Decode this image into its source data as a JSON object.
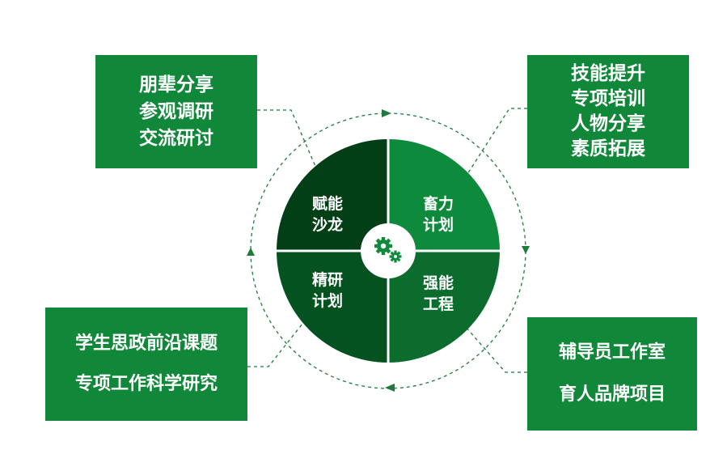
{
  "boxes": {
    "top_left": [
      "朋辈分享",
      "参观调研",
      "交流研讨"
    ],
    "top_right": [
      "技能提升",
      "专项培训",
      "人物分享",
      "素质拓展"
    ],
    "bottom_left": [
      "学生思政前沿课题",
      "专项工作科学研究"
    ],
    "bottom_right": [
      "辅导员工作室",
      "育人品牌项目"
    ]
  },
  "quadrants": {
    "top_left": [
      "赋能",
      "沙龙"
    ],
    "top_right": [
      "畜力",
      "计划"
    ],
    "bottom_left": [
      "精研",
      "计划"
    ],
    "bottom_right": [
      "强能",
      "工程"
    ]
  },
  "colors": {
    "box_green": "#11873a",
    "quadrant_top_left": "#033f16",
    "quadrant_top_right": "#0e8a3c",
    "quadrant_bottom_left": "#03521f",
    "quadrant_bottom_right": "#0b6c2e",
    "dashed_line": "#1e7a3a",
    "gear_icon": "#0e8a3c"
  },
  "center_icon": "gears-icon"
}
